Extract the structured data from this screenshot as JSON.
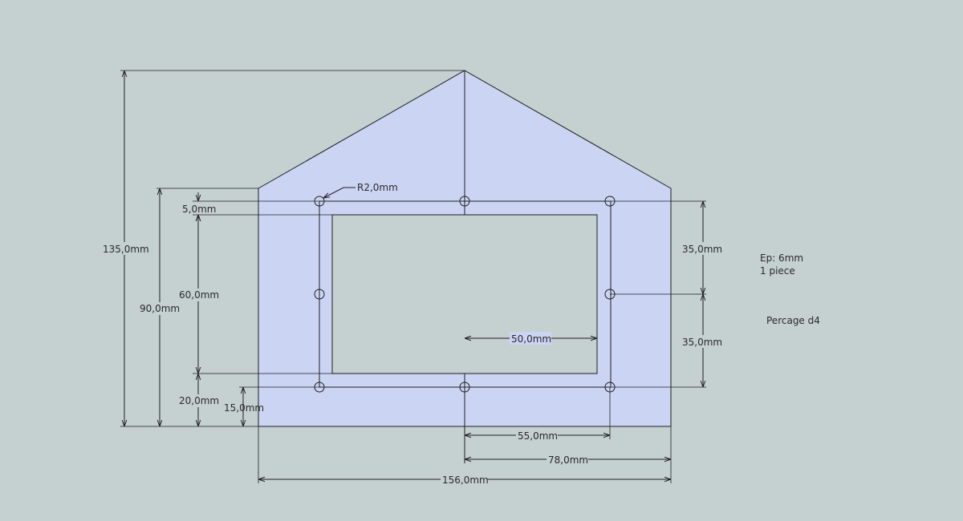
{
  "colors": {
    "background": "#c5d0d1",
    "part_fill": "#ccd4f4",
    "line": "#1e1e1e"
  },
  "dimensions": {
    "total_height": "135,0mm",
    "wall_height": "90,0mm",
    "top_offset": "5,0mm",
    "opening_height": "60,0mm",
    "bottom_offset": "20,0mm",
    "hole_row_offset": "15,0mm",
    "hole_radius": "R2,0mm",
    "hole_spacing_upper": "35,0mm",
    "hole_spacing_lower": "35,0mm",
    "opening_half_width": "50,0mm",
    "hole_half_span": "55,0mm",
    "half_width": "78,0mm",
    "total_width": "156,0mm"
  },
  "notes": {
    "thickness": "Ep: 6mm",
    "quantity": "1 piece",
    "drilling": "Percage d4"
  }
}
